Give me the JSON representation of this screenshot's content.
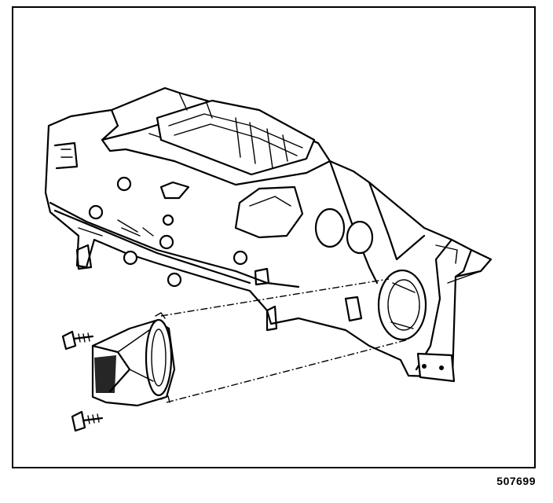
{
  "figure": {
    "number": "507699"
  },
  "colors": {
    "line": "#000000",
    "background": "#ffffff"
  },
  "parts": [
    {
      "name": "instrument-panel-carrier"
    },
    {
      "name": "blower-outlet-duct"
    },
    {
      "name": "upper-screw"
    },
    {
      "name": "lower-screw"
    }
  ]
}
